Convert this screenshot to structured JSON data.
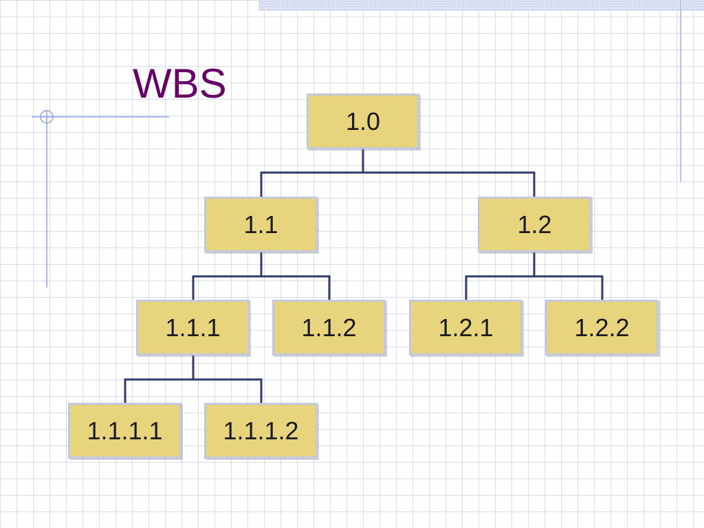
{
  "slide": {
    "title": "WBS"
  },
  "colors": {
    "node_fill": "#e8d47c",
    "node_border": "#c3c9db",
    "connector": "#333a6b",
    "title": "#660066",
    "grid": "#b4bee1"
  },
  "wbs": {
    "root": "1.0",
    "level2": [
      "1.1",
      "1.2"
    ],
    "level3": [
      "1.1.1",
      "1.1.2",
      "1.2.1",
      "1.2.2"
    ],
    "level4": [
      "1.1.1.1",
      "1.1.1.2"
    ]
  }
}
